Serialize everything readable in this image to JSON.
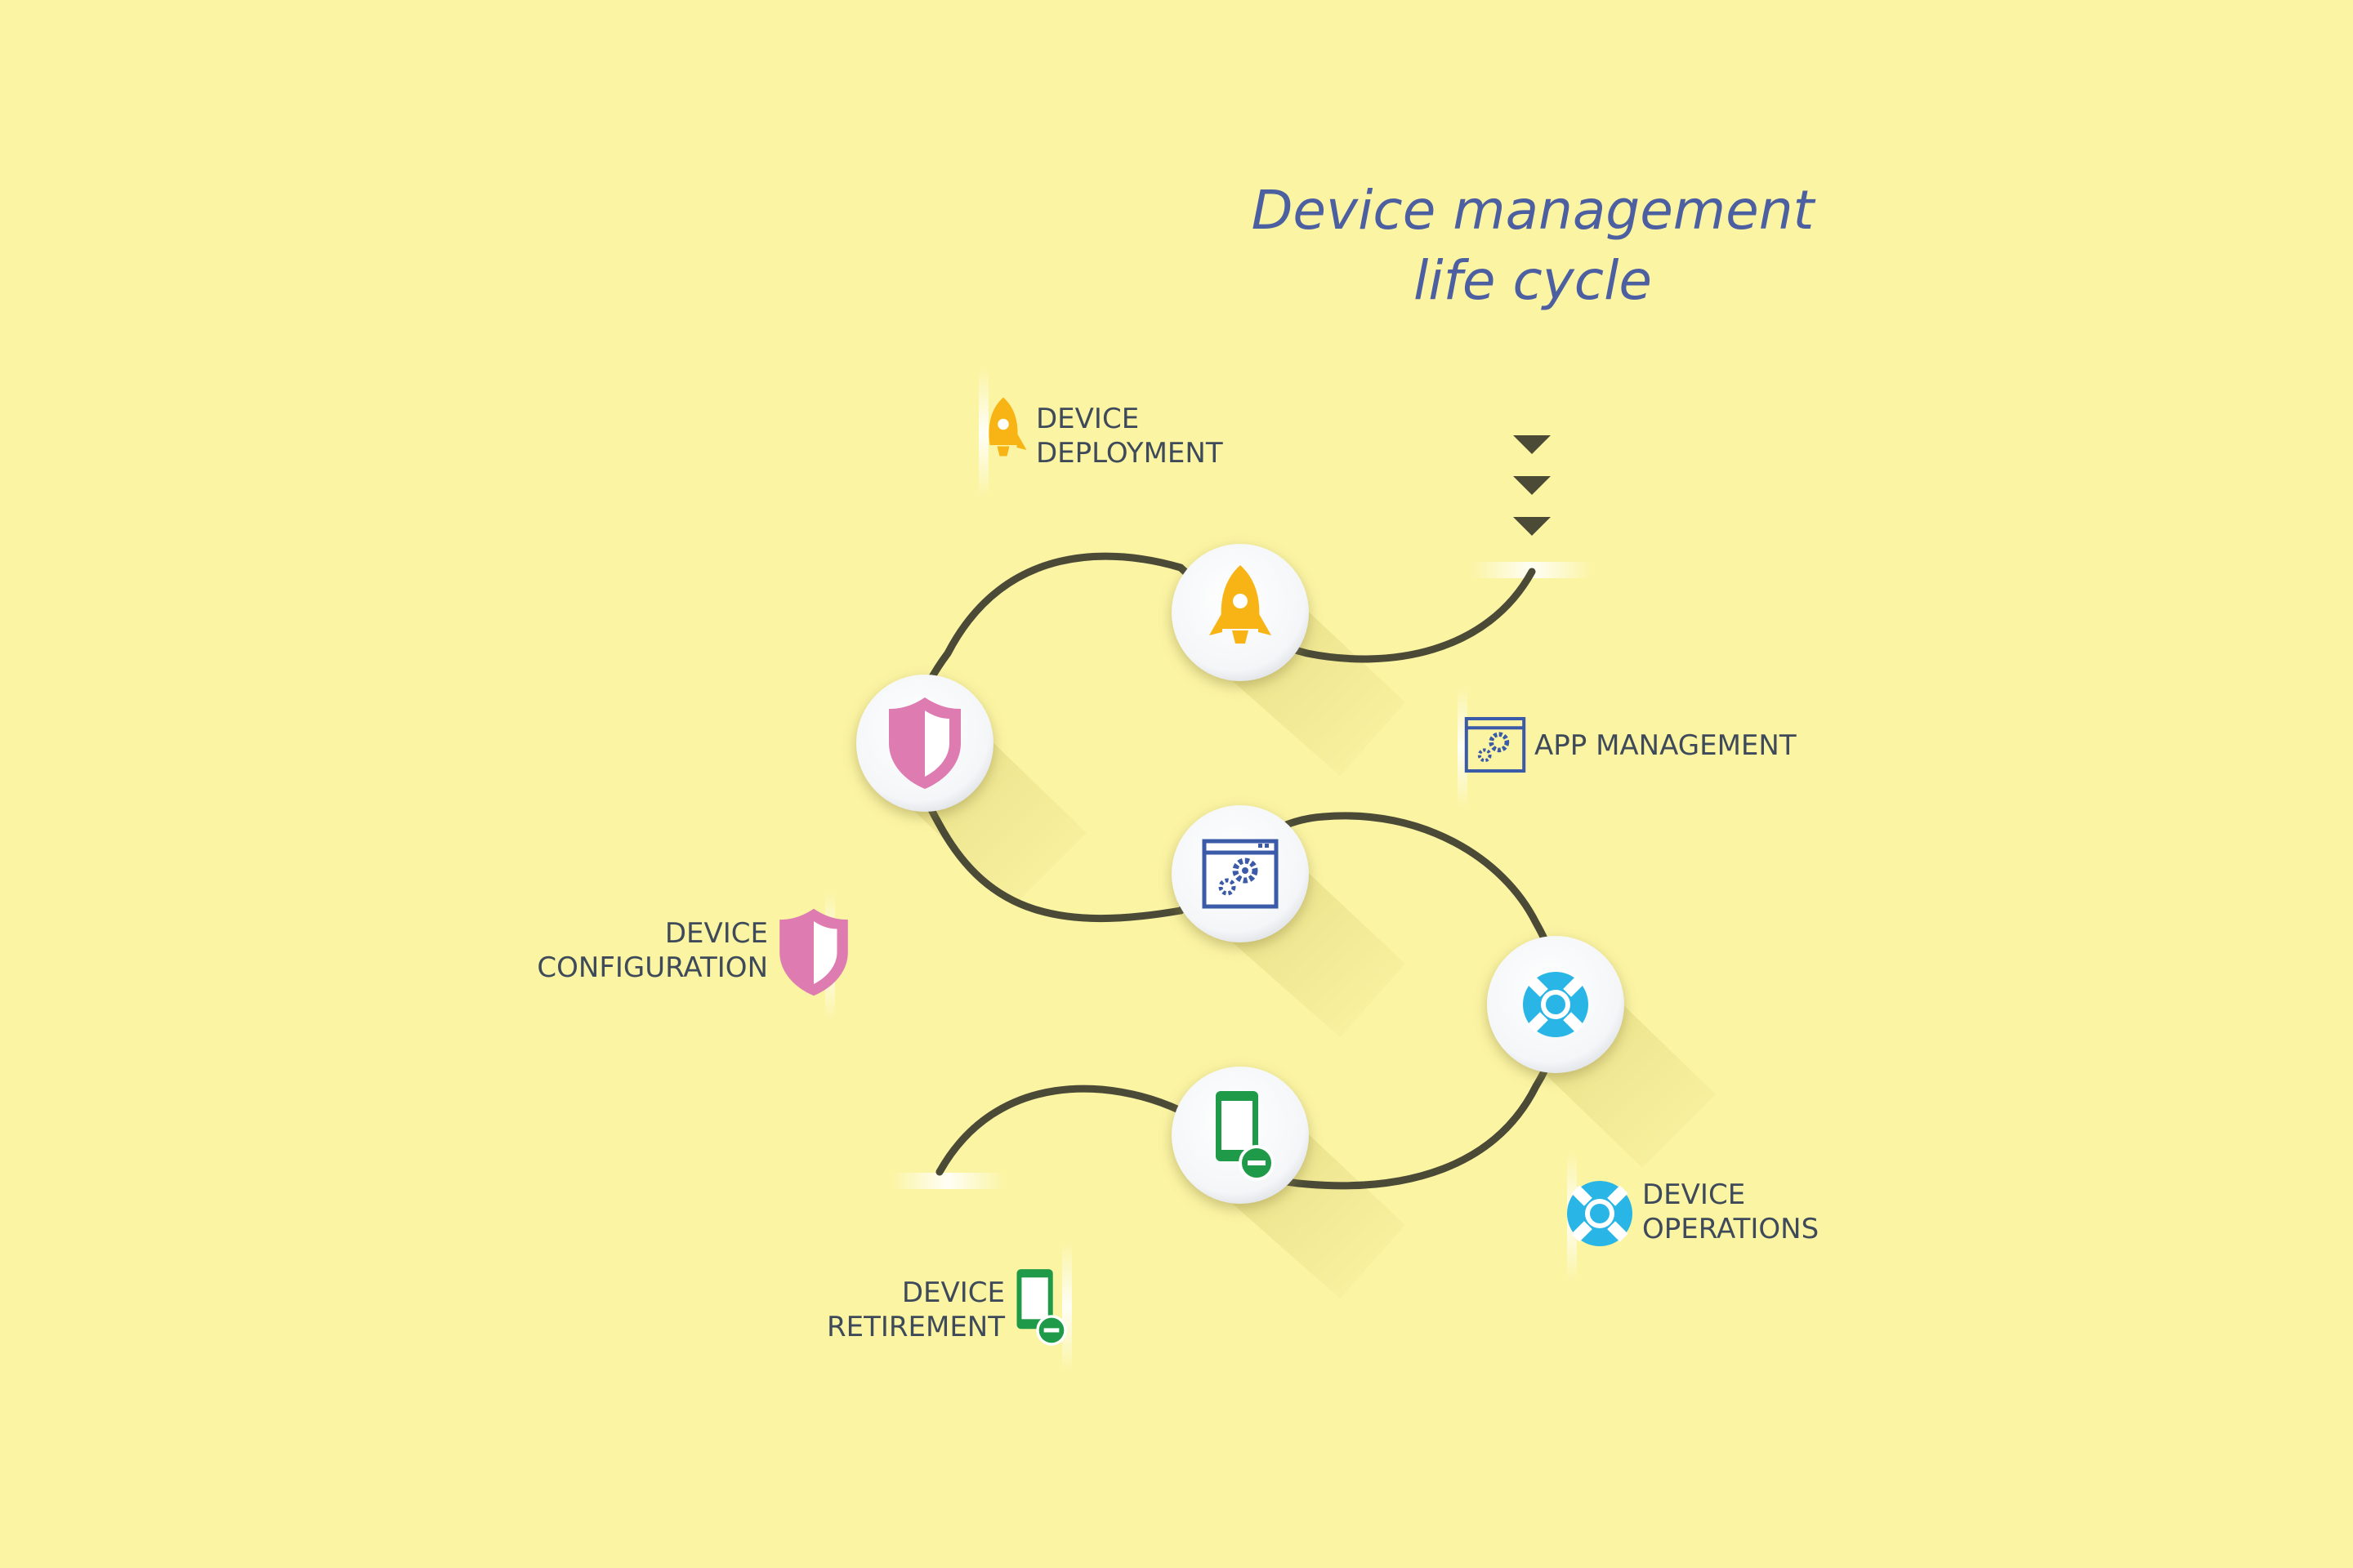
{
  "title": {
    "line1": "Device management",
    "line2": "life cycle"
  },
  "stages": {
    "deployment": {
      "line1": "DEVICE",
      "line2": "DEPLOYMENT",
      "icon": "rocket-icon",
      "color": "#f8b414"
    },
    "configuration": {
      "line1": "DEVICE",
      "line2": "CONFIGURATION",
      "icon": "shield-icon",
      "color": "#de7bb1"
    },
    "app": {
      "line1": "APP MANAGEMENT",
      "icon": "app-settings-icon",
      "color": "#3b5ba8"
    },
    "operations": {
      "line1": "DEVICE",
      "line2": "OPERATIONS",
      "icon": "lifebuoy-icon",
      "color": "#29b6e6"
    },
    "retirement": {
      "line1": "DEVICE",
      "line2": "RETIREMENT",
      "icon": "phone-remove-icon",
      "color": "#1f9a48"
    }
  },
  "colors": {
    "background": "#fbf4a3",
    "path": "#4a4a36",
    "title": "#4c5fa0",
    "label": "#3e4a5a"
  }
}
